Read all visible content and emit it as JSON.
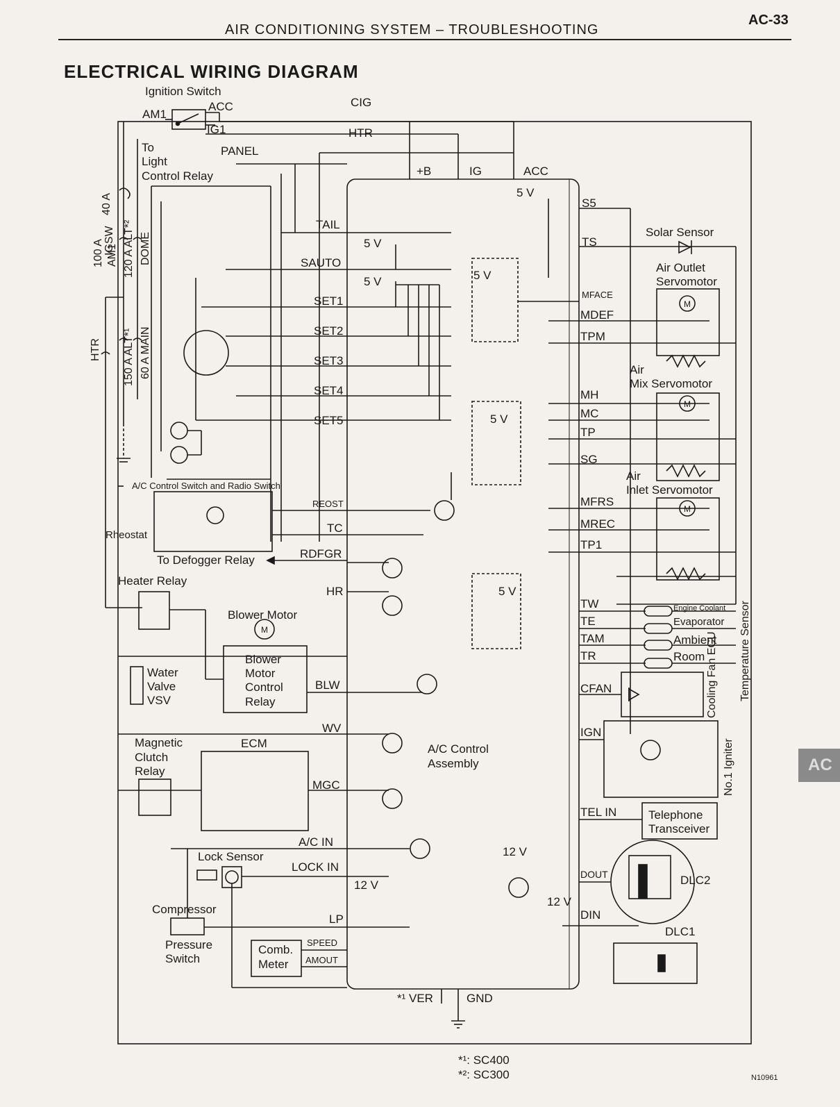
{
  "header": {
    "title": "AIR CONDITIONING SYSTEM – TROUBLESHOOTING",
    "page": "AC-33"
  },
  "diagram_title": "ELECTRICAL WIRING DIAGRAM",
  "labels": {
    "ignition_switch": "Ignition Switch",
    "am1": "AM1",
    "acc": "ACC",
    "ig1": "IG1",
    "cig": "CIG",
    "htr_fuse": "HTR",
    "to": "To",
    "light": "Light",
    "control_relay": "Control Relay",
    "panel": "PANEL",
    "plus_b": "+B",
    "ig": "IG",
    "acc_term": "ACC",
    "five_v": "5 V",
    "s5": "S5",
    "ts": "TS",
    "solar_sensor": "Solar Sensor",
    "air_outlet": "Air Outlet",
    "servomotor": "Servomotor",
    "mface": "MFACE",
    "mdef": "MDEF",
    "tpm": "TPM",
    "air": "Air",
    "mix_servomotor": "Mix Servomotor",
    "mh": "MH",
    "mc": "MC",
    "tp": "TP",
    "sg": "SG",
    "inlet_servomotor": "Inlet Servomotor",
    "mfrs": "MFRS",
    "mrec": "MREC",
    "tp1": "TP1",
    "tail": "TAIL",
    "sauto": "SAUTO",
    "set1": "SET1",
    "set2": "SET2",
    "set3": "SET3",
    "set4": "SET4",
    "set5": "SET5",
    "fuse_40a": "40 A",
    "fuse_igsw": "IGSW",
    "fuse_100a": "100 A",
    "fuse_am1": "AM1",
    "fuse_120a": "120 A ALT*²",
    "fuse_dome": "DOME",
    "fuse_htr": "HTR",
    "fuse_150a": "150 A ALT*¹",
    "fuse_60a": "60 A MAIN",
    "ac_switch": "A/C Control Switch and Radio Switch",
    "reost": "REOST",
    "rheostat": "Rheostat",
    "tc": "TC",
    "to_defogger": "To Defogger Relay",
    "rdfgr": "RDFGR",
    "heater_relay": "Heater Relay",
    "hr": "HR",
    "blower_motor": "Blower Motor",
    "bmcr_1": "Blower",
    "bmcr_2": "Motor",
    "bmcr_3": "Control",
    "bmcr_4": "Relay",
    "blw": "BLW",
    "water": "Water",
    "valve": "Valve",
    "vsv": "VSV",
    "wv": "WV",
    "magnetic": "Magnetic",
    "clutch": "Clutch",
    "relay": "Relay",
    "ecm": "ECM",
    "mgc": "MGC",
    "ac_control_1": "A/C Control",
    "ac_control_2": "Assembly",
    "ac_in": "A/C IN",
    "lock_sensor": "Lock Sensor",
    "lock_in": "LOCK IN",
    "twelve_v": "12 V",
    "compressor": "Compressor",
    "lp": "LP",
    "pressure": "Pressure",
    "switch": "Switch",
    "speed": "SPEED",
    "amout": "AMOUT",
    "comb": "Comb.",
    "meter": "Meter",
    "ver": "*¹ VER",
    "gnd": "GND",
    "tw": "TW",
    "te": "TE",
    "tam": "TAM",
    "tr": "TR",
    "engine_coolant": "Engine Coolant",
    "evaporator": "Evaporator",
    "ambient": "Ambient",
    "room": "Room",
    "temperature_sensor": "Temperature Sensor",
    "cfan": "CFAN",
    "cooling_fan_ecu": "Cooling Fan ECU",
    "ign": "IGN",
    "no1_igniter": "No.1 Igniter",
    "tel_in": "TEL IN",
    "telephone": "Telephone",
    "transceiver": "Transceiver",
    "dout": "DOUT",
    "din": "DIN",
    "dlc2": "DLC2",
    "dlc1": "DLC1",
    "m": "M"
  },
  "notes": {
    "note1": "*¹: SC400",
    "note2": "*²: SC300"
  },
  "code": "N10961",
  "side_tab": "AC"
}
